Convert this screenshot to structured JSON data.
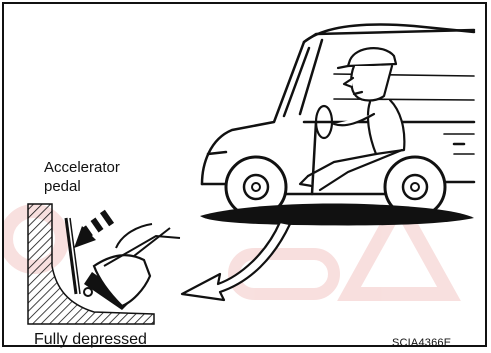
{
  "labels": {
    "accelerator_line1": "Accelerator",
    "accelerator_line2": "pedal",
    "fully_depressed": "Fully depressed",
    "figure_code": "SCIA4366E"
  },
  "icons": [
    "car-drawing",
    "driver-figure",
    "pedal-detail",
    "press-arrow-icon",
    "pointer-arrow-icon"
  ],
  "colors": {
    "ink": "#111111",
    "watermark": "#d9534f"
  }
}
